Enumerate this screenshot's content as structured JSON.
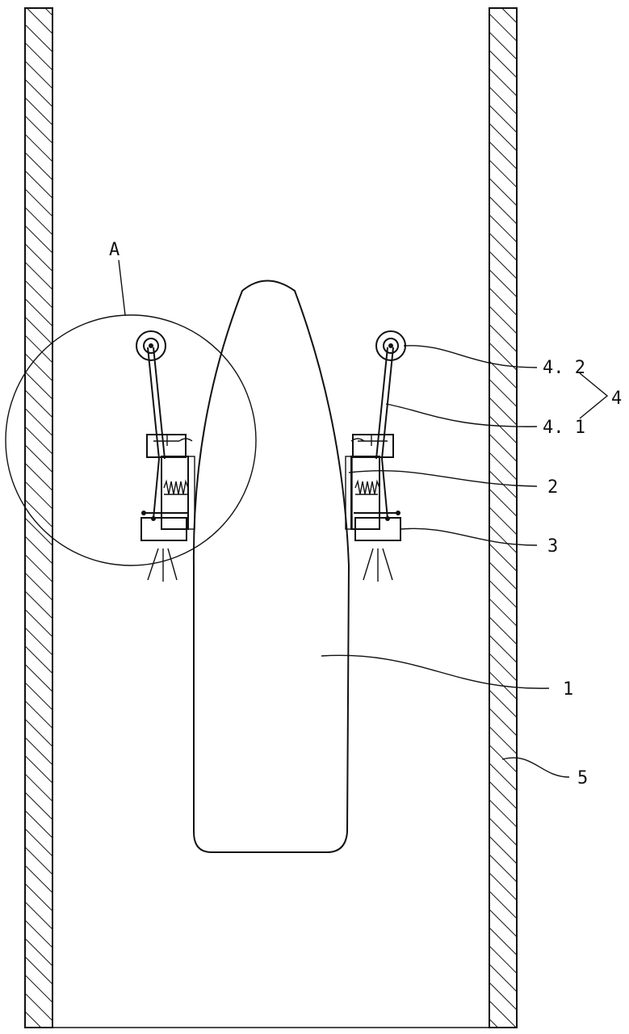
{
  "labels": {
    "detail_marker": "A",
    "part_4_2": "4. 2",
    "part_4_1": "4. 1",
    "part_4": "4",
    "part_2": "2",
    "part_3": "3",
    "part_1": "1",
    "part_5": "5"
  },
  "colors": {
    "line": "#111111",
    "background": "#ffffff"
  }
}
